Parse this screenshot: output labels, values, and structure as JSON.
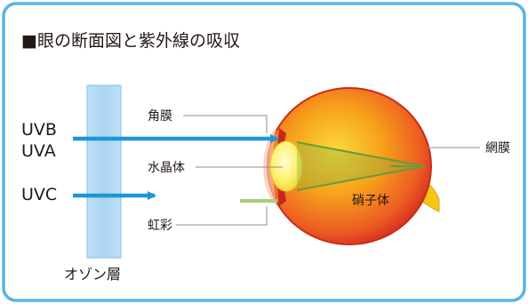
{
  "title": "■眼の断面図と紫外線の吸収",
  "rays": {
    "uvb": "UVB",
    "uva": "UVA",
    "uvc": "UVC"
  },
  "labels": {
    "cornea": "角膜",
    "lens": "水晶体",
    "iris": "虹彩",
    "retina": "網膜",
    "vitreous": "硝子体",
    "ozone": "オゾン層"
  },
  "colors": {
    "frame_border": "#5bb4e5",
    "ray_arrow": "#1e96d8",
    "ozone_fill": "#a9d4f2",
    "eye_outer": "#e8452a",
    "eye_inner": "#f7a21b",
    "lens_fill": "#fff27a",
    "optic_nerve": "#f5c518",
    "green_ray": "#7faf45",
    "leader_line": "#8c8c8c"
  }
}
